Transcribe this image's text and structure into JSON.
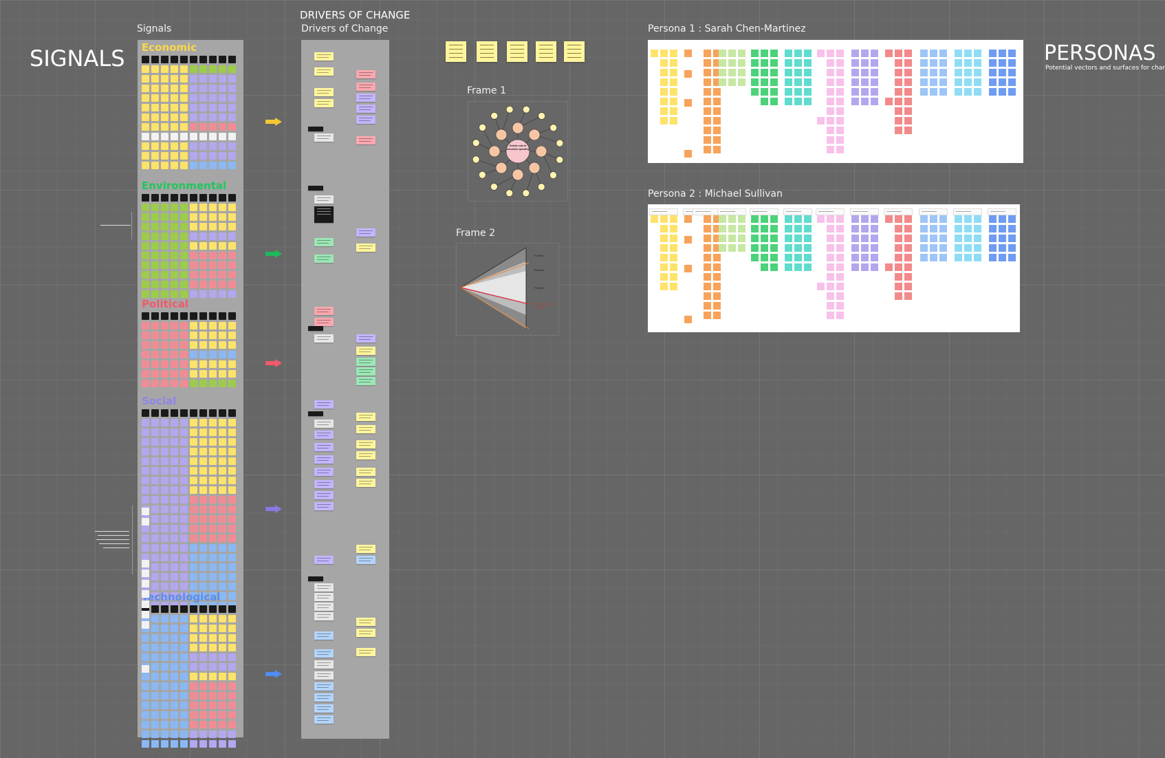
{
  "canvas": {
    "signals_title": "SIGNALS",
    "personas_title": "PERSONAS",
    "personas_subtitle": "Potential vectors and surfaces for change",
    "drivers_title": "DRIVERS OF CHANGE"
  },
  "frames": {
    "signals_label": "Signals",
    "drivers_label": "Drivers of Change",
    "frame1_label": "Frame 1",
    "frame2_label": "Frame 2",
    "persona1_label": "Persona 1 : Sarah Chen-Martinez",
    "persona2_label": "Persona 2 : Michael Sullivan"
  },
  "signals": {
    "categories": [
      {
        "key": "economic",
        "label": "Economic",
        "color": "#f9d74a"
      },
      {
        "key": "environmental",
        "label": "Environmental",
        "color": "#22c55e"
      },
      {
        "key": "political",
        "label": "Political",
        "color": "#f05a6a"
      },
      {
        "key": "social",
        "label": "Social",
        "color": "#8f85e8"
      },
      {
        "key": "technological",
        "label": "Technological",
        "color": "#5b8fe8"
      }
    ]
  },
  "colors": {
    "yellow": "#fde36a",
    "green": "#9ccc4a",
    "red": "#f28c94",
    "purple": "#b3a7f0",
    "blue": "#8ab8f5",
    "white": "#f2f2f2",
    "black": "#1a1a1a",
    "orange": "#f7a35c",
    "lightgreen": "#c6e8a2",
    "brightgreen": "#4cd27a",
    "teal": "#5fdccd",
    "pink": "#f7c1ea",
    "lavender": "#b4a6ee",
    "salmon": "#f28a8a",
    "skyblue": "#9ec5f7",
    "cyan": "#8fdcf5",
    "royal": "#6f9cf2"
  },
  "frame1": {
    "center_text": "Drastic cuts to education spending"
  },
  "frame2": {
    "labels": [
      "Possible",
      "Plausible",
      "Probable",
      "Business-as-usual Projected"
    ]
  }
}
